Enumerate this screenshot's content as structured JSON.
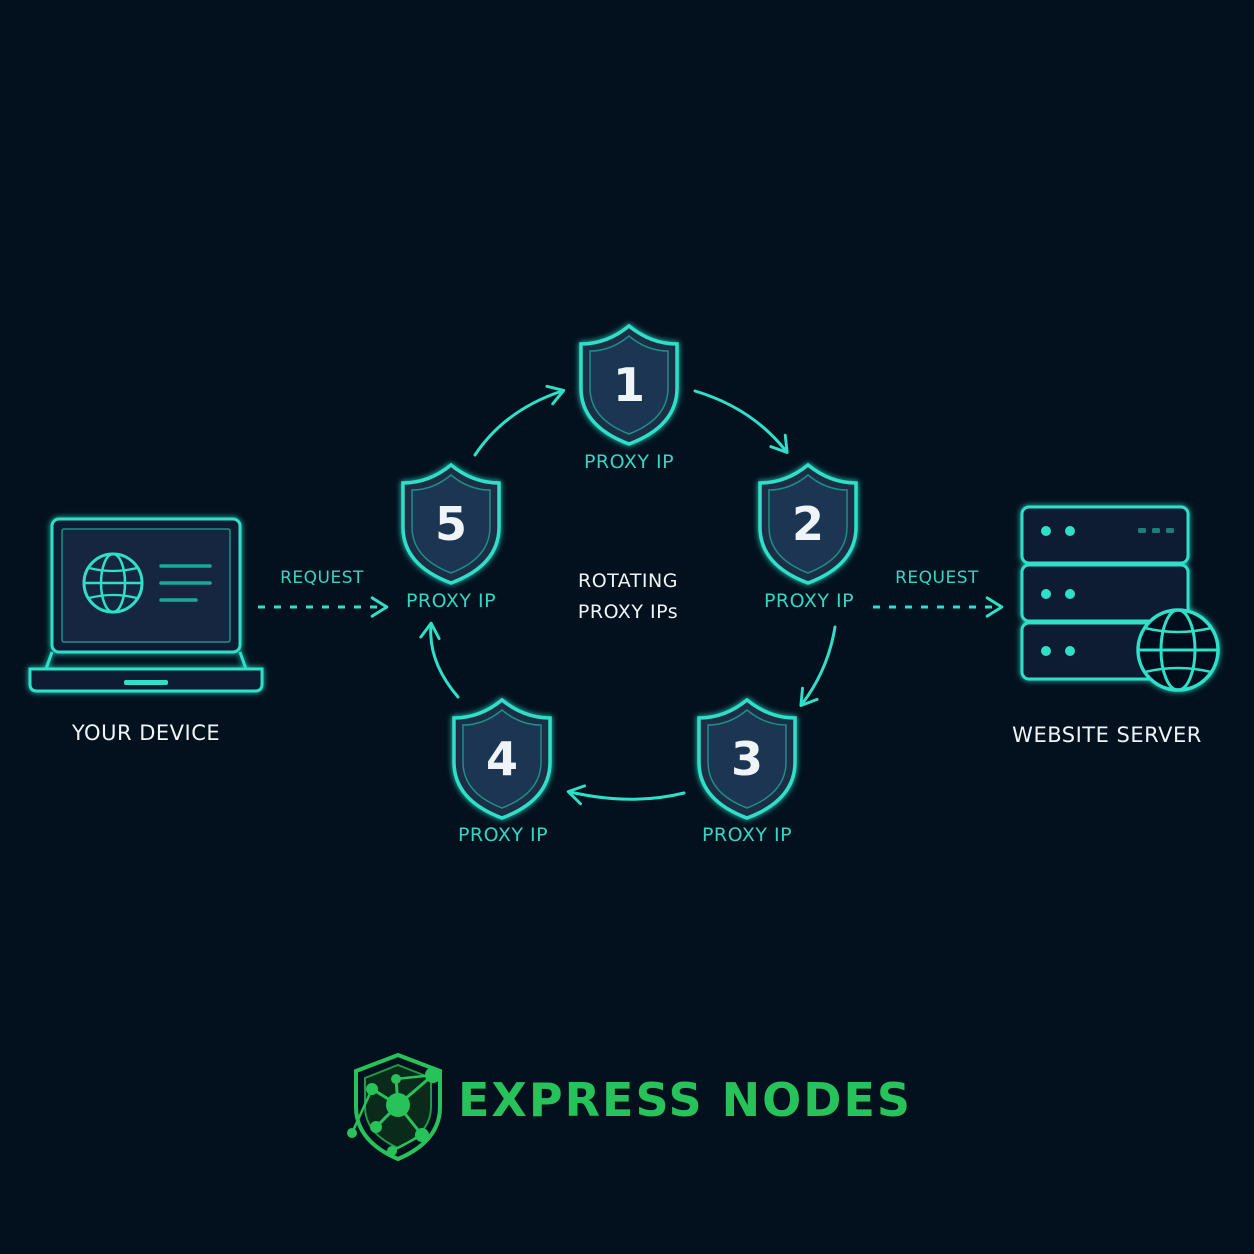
{
  "colors": {
    "background": "#03111f",
    "accent": "#2ee0c8",
    "shield_fill": "#1a2d45",
    "white": "#eef4f8",
    "brand": "#27c25a"
  },
  "device": {
    "label": "YOUR DEVICE",
    "icon": "laptop-globe-icon"
  },
  "server": {
    "label": "WEBSITE SERVER",
    "icon": "server-globe-icon"
  },
  "request_left": {
    "label": "REQUEST"
  },
  "request_right": {
    "label": "REQUEST"
  },
  "center": {
    "line1": "ROTATING",
    "line2": "PROXY IPs"
  },
  "proxies": [
    {
      "number": "1",
      "label": "PROXY IP"
    },
    {
      "number": "2",
      "label": "PROXY IP"
    },
    {
      "number": "3",
      "label": "PROXY IP"
    },
    {
      "number": "4",
      "label": "PROXY IP"
    },
    {
      "number": "5",
      "label": "PROXY IP"
    }
  ],
  "logo": {
    "text": "EXPRESS NODES",
    "icon": "shield-network-logo-icon"
  }
}
